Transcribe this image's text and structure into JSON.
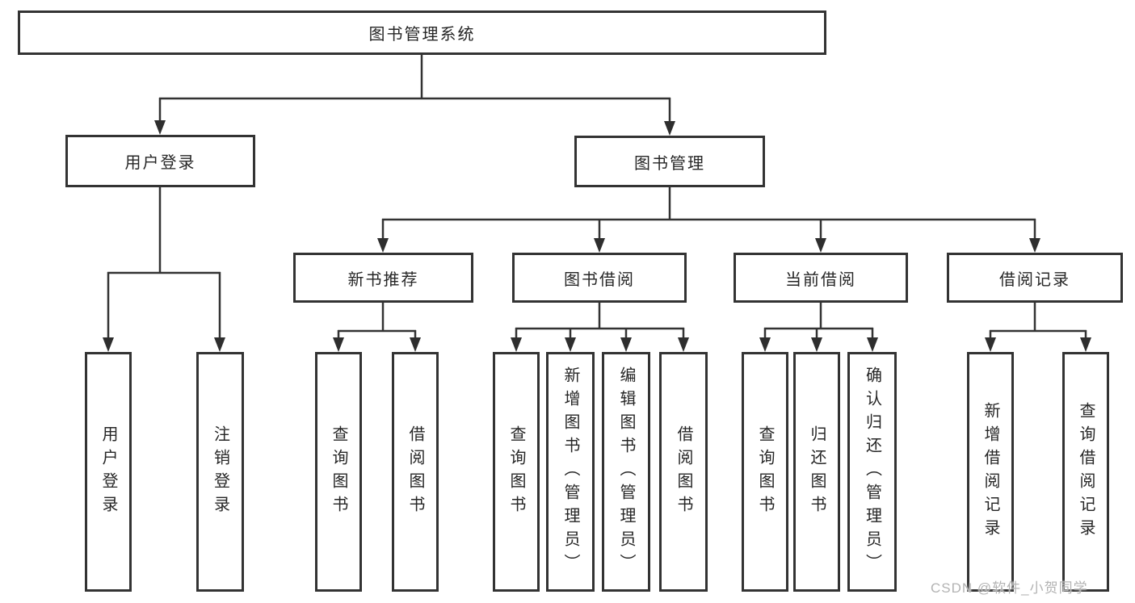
{
  "diagram": {
    "root": {
      "label": "图书管理系统"
    },
    "branches": [
      {
        "label": "用户登录",
        "children": [
          {
            "label": "用户登录"
          },
          {
            "label": "注销登录"
          }
        ]
      },
      {
        "label": "图书管理",
        "children": [
          {
            "label": "新书推荐",
            "children": [
              {
                "label": "查询图书"
              },
              {
                "label": "借阅图书"
              }
            ]
          },
          {
            "label": "图书借阅",
            "children": [
              {
                "label": "查询图书"
              },
              {
                "label": "新增图书（管理员）"
              },
              {
                "label": "编辑图书（管理员）"
              },
              {
                "label": "借阅图书"
              }
            ]
          },
          {
            "label": "当前借阅",
            "children": [
              {
                "label": "查询图书"
              },
              {
                "label": "归还图书"
              },
              {
                "label": "确认归还（管理员）"
              }
            ]
          },
          {
            "label": "借阅记录",
            "children": [
              {
                "label": "新增借阅记录"
              },
              {
                "label": "查询借阅记录"
              }
            ]
          }
        ]
      }
    ]
  },
  "colors": {
    "box_border": "#333333",
    "line": "#333333",
    "text": "#262626",
    "watermark": "#b3b3b3",
    "background": "#ffffff"
  },
  "watermark": "CSDN @软件_小贺同学"
}
